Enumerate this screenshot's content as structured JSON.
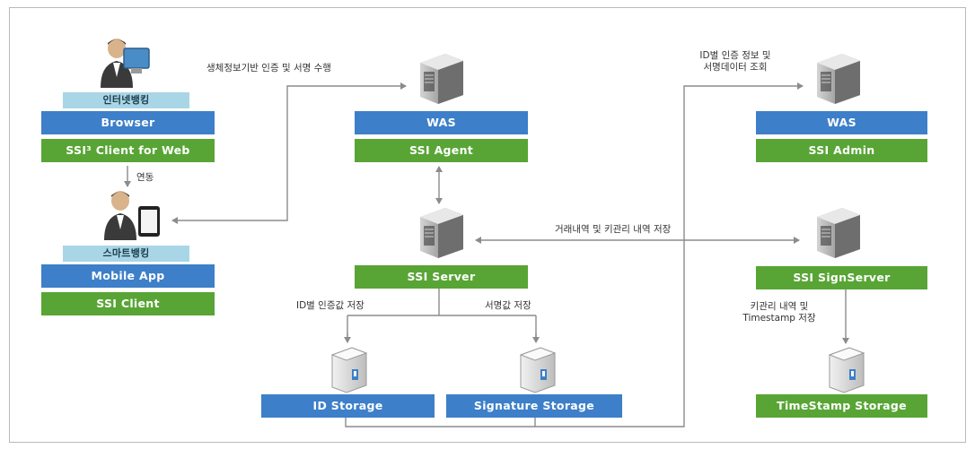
{
  "user_desktop": {
    "role_label": "인터넷뱅킹",
    "browser": "Browser",
    "client_web": "SSI³ Client for Web"
  },
  "user_mobile": {
    "role_label": "스마트뱅킹",
    "app": "Mobile App",
    "client": "SSI Client"
  },
  "auth_label": "연동",
  "server_top": {
    "was": "WAS",
    "agent": "SSI Agent"
  },
  "server_admin": {
    "was": "WAS",
    "admin": "SSI Admin"
  },
  "ssi_server": "SSI Server",
  "sign_server": "SSI SignServer",
  "storages": {
    "id": "ID Storage",
    "signature": "Signature Storage",
    "timestamp": "TimeStamp Storage"
  },
  "edge_labels": {
    "bio_auth": "생체정보기반 인증 및 서명 수행",
    "id_query_line1": "ID별 인증 정보 및",
    "id_query_line2": "서명데이터 조회",
    "transaction": "거래내역 및 키관리 내역 저장",
    "id_store": "ID별 인증값 저장",
    "sign_store": "서명값 저장",
    "key_ts_line1": "키관리 내역 및",
    "key_ts_line2": "Timestamp 저장"
  },
  "colors": {
    "blue_box": "#3d7fc8",
    "green_box": "#58a535",
    "cyan_label": "#a9d6e6",
    "line": "#8c8c8c"
  }
}
